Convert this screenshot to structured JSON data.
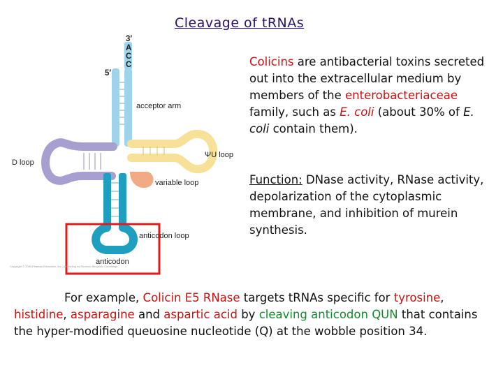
{
  "slide": {
    "title": "Cleavage of tRNAs",
    "para1": {
      "colicins": "Colicins",
      "t1": " are antibacterial toxins secreted out into the extracellular medium by members of the ",
      "entero": "enterobacteriaceae",
      "t2": " family, such as ",
      "ecoli": "E. coli",
      "t3": " (about 30% of ",
      "ecoli2": "E. coli",
      "t4": " contain them)."
    },
    "para2": {
      "label": "Function:",
      "text": " DNase activity, RNase activity, depolarization of the cytoplasmic membrane, and inhibition of murein synthesis."
    },
    "para3": {
      "t1": "For example, ",
      "colicin": "Colicin E5 RNase",
      "t2": " targets tRNAs specific for ",
      "tyr": "tyrosine",
      "c1": ", ",
      "his": "histidine",
      "c2": ", ",
      "asn": "asparagine",
      "t3": " and ",
      "asp": "aspartic acid",
      "t4": " by ",
      "cleave": "cleaving anticodon QUN",
      "t5": " that contains the hyper-modified queuosine nucleotide (Q) at the wobble position 34."
    }
  },
  "diagram": {
    "end3": "3′",
    "a": "A",
    "c1": "C",
    "c2": "C",
    "end5": "5′",
    "acceptor": "acceptor arm",
    "tpsi": "ΨU loop",
    "dloop": "D loop",
    "variable": "variable loop",
    "anticodon_loop": "anticodon loop",
    "anticodon": "anticodon",
    "copyright": "Copyright © 2009 Pearson Education, Inc., publishing as Pearson Benjamin Cummings"
  },
  "colors": {
    "acceptor": "#9fd3ec",
    "dloop": "#a79fcf",
    "tloop": "#f7e199",
    "variable": "#f2aa82",
    "anticodon": "#1e9fc0",
    "highlight_box": "#e01b1b"
  }
}
